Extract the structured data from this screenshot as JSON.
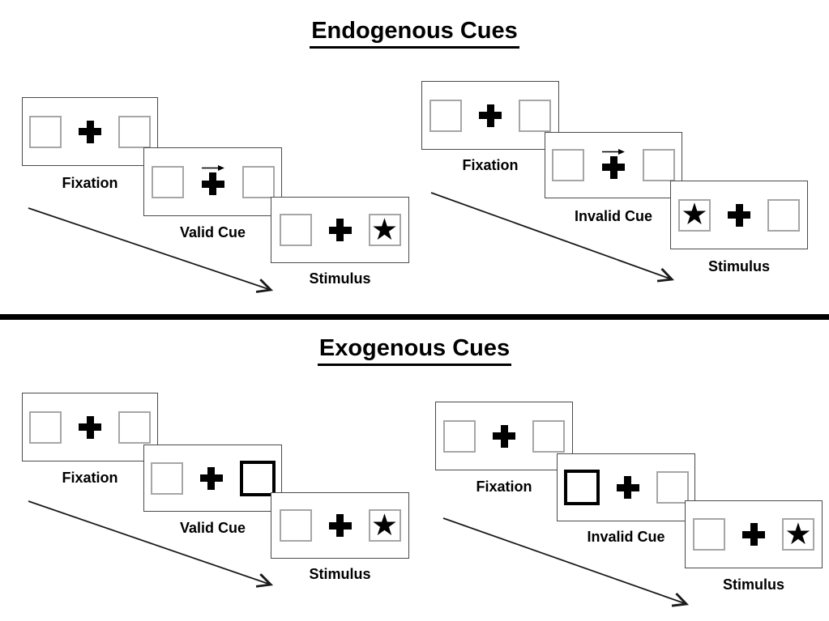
{
  "page": {
    "background": "#ffffff"
  },
  "colors": {
    "panel_border": "#4a4a4a",
    "square_border": "#a6a6a6",
    "highlight_square_border": "#000000",
    "ink": "#000000"
  },
  "icons": {
    "fixation_cross": "plus-cross-shape",
    "endogenous_cue_arrow": "small-right-arrow",
    "exogenous_cue_highlight": "bold-outlined-box",
    "sequence_arrow": "diagonal-down-right-arrow",
    "target_star_glyph": "★"
  },
  "sections": [
    {
      "title": "Endogenous Cues",
      "trials": [
        {
          "name": "valid-trial",
          "panels": [
            {
              "label": "Fixation"
            },
            {
              "label": "Valid Cue"
            },
            {
              "label": "Stimulus"
            }
          ]
        },
        {
          "name": "invalid-trial",
          "panels": [
            {
              "label": "Fixation"
            },
            {
              "label": "Invalid Cue"
            },
            {
              "label": "Stimulus"
            }
          ]
        }
      ]
    },
    {
      "title": "Exogenous Cues",
      "trials": [
        {
          "name": "valid-trial",
          "panels": [
            {
              "label": "Fixation"
            },
            {
              "label": "Valid Cue"
            },
            {
              "label": "Stimulus"
            }
          ]
        },
        {
          "name": "invalid-trial",
          "panels": [
            {
              "label": "Fixation"
            },
            {
              "label": "Invalid Cue"
            },
            {
              "label": "Stimulus"
            }
          ]
        }
      ]
    }
  ]
}
